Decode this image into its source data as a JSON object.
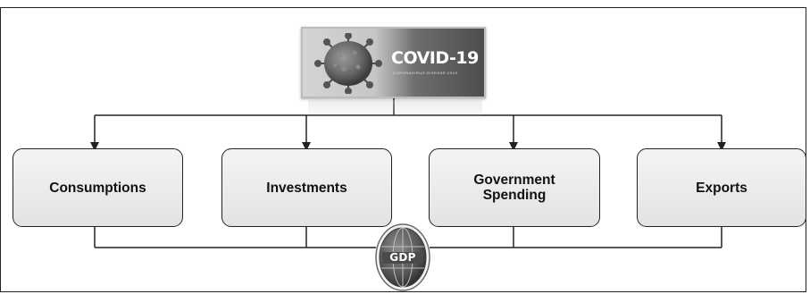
{
  "covid": {
    "title": "COVID-19",
    "subtitle": "CORONAVIRUS DISEASE 2019"
  },
  "factors": [
    {
      "label": "Consumptions"
    },
    {
      "label": "Investments"
    },
    {
      "label": "Government\nSpending"
    },
    {
      "label": "Exports"
    }
  ],
  "gdp": {
    "label": "GDP"
  },
  "colors": {
    "line": "#222222",
    "box_fill": "#e8e8e8",
    "gdp_badge": "#5a5a5a"
  }
}
